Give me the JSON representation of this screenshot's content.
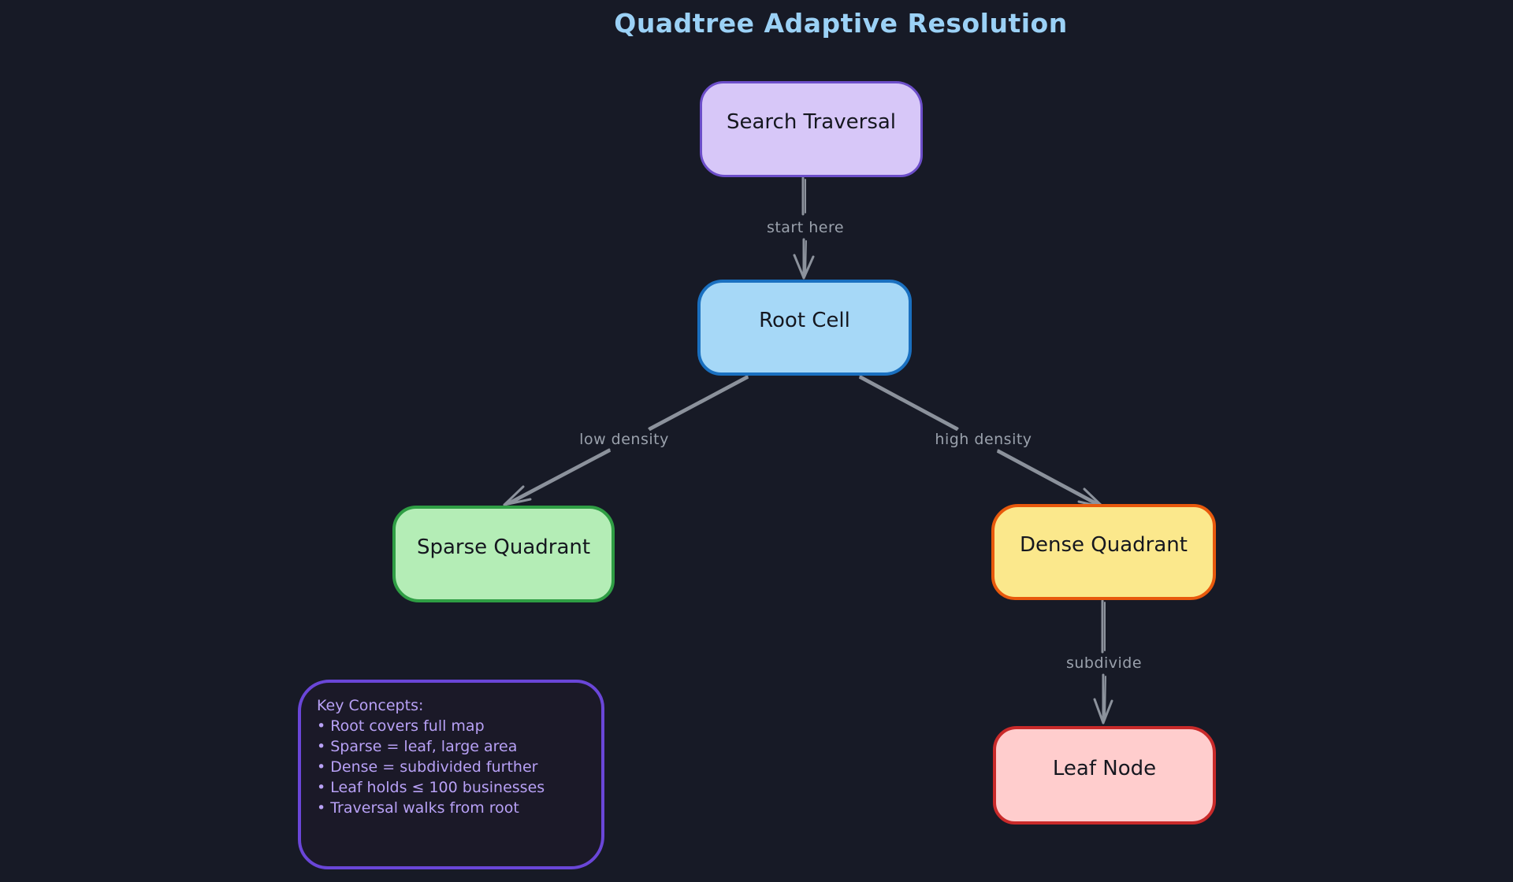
{
  "title": "Quadtree Adaptive Resolution",
  "nodes": {
    "search_traversal": {
      "label": "Search Traversal",
      "fill": "#d7c7f8",
      "border": "#6c4ec9"
    },
    "root_cell": {
      "label": "Root Cell",
      "fill": "#a6d8f7",
      "border": "#1a70c0"
    },
    "sparse_quadrant": {
      "label": "Sparse Quadrant",
      "fill": "#b4edb6",
      "border": "#2f9e44"
    },
    "dense_quadrant": {
      "label": "Dense Quadrant",
      "fill": "#fbe88c",
      "border": "#e8590c"
    },
    "leaf_node": {
      "label": "Leaf Node",
      "fill": "#ffcdcd",
      "border": "#c92a2a"
    }
  },
  "edges": {
    "start_here": {
      "label": "start here",
      "from": "search_traversal",
      "to": "root_cell"
    },
    "low_density": {
      "label": "low density",
      "from": "root_cell",
      "to": "sparse_quadrant"
    },
    "high_density": {
      "label": "high density",
      "from": "root_cell",
      "to": "dense_quadrant"
    },
    "subdivide": {
      "label": "subdivide",
      "from": "dense_quadrant",
      "to": "leaf_node"
    }
  },
  "key_concepts": {
    "heading": "Key Concepts:",
    "items": [
      "• Root covers full map",
      "• Sparse = leaf, large area",
      "• Dense = subdivided further",
      "• Leaf holds ≤ 100 businesses",
      "• Traversal walks from root"
    ]
  },
  "colors": {
    "background": "#171a26",
    "title_text": "#9bd1f6",
    "arrow": "#8c929c",
    "edge_label_text": "#9aa1ac",
    "node_text": "#15171f",
    "note_fill": "#1b1928",
    "note_border": "#6a46d8",
    "note_text": "#b8a1f6"
  }
}
